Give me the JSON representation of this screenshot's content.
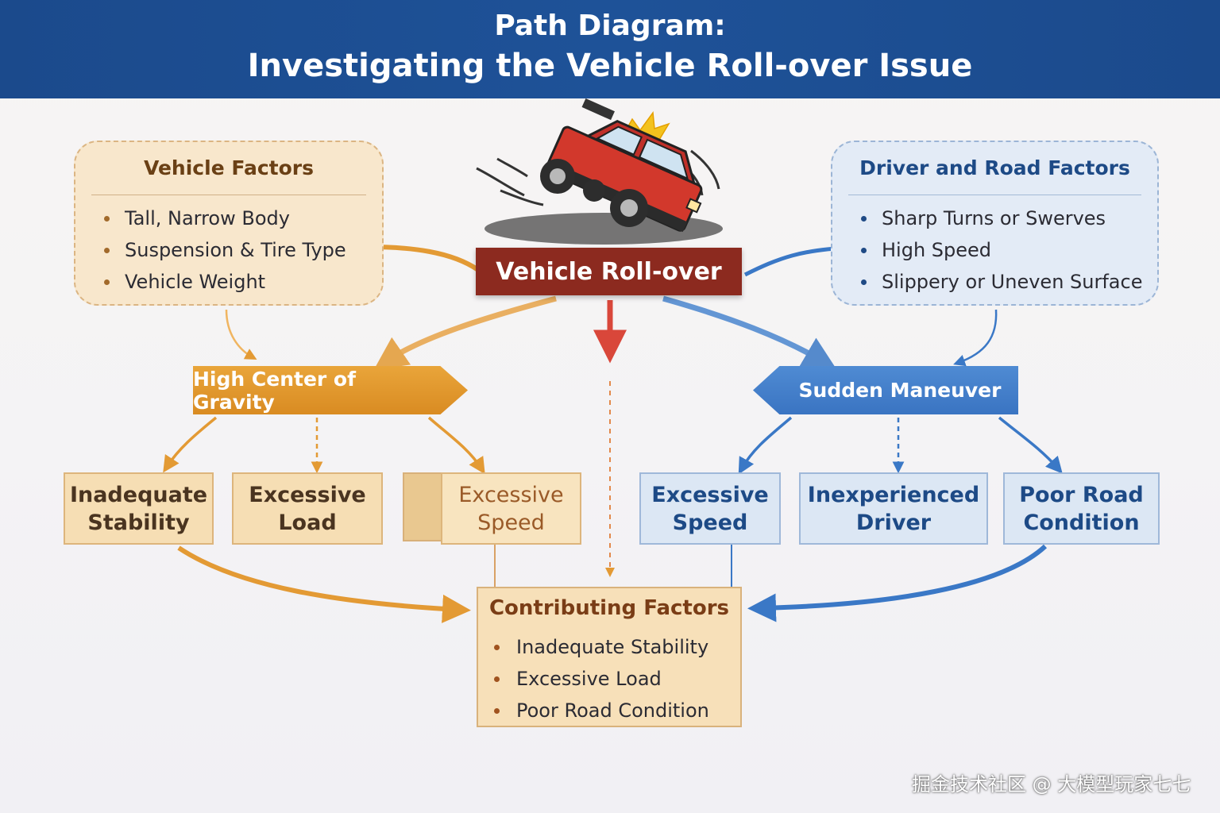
{
  "header": {
    "title_line1": "Path Diagram:",
    "title_line2": "Investigating the Vehicle Roll-over Issue"
  },
  "vehicle_factors": {
    "title": "Vehicle Factors",
    "items": [
      "Tall, Narrow Body",
      "Suspension & Tire Type",
      "Vehicle Weight"
    ]
  },
  "driver_road_factors": {
    "title": "Driver and Road Factors",
    "items": [
      "Sharp Turns or Swerves",
      "High Speed",
      "Slippery or Uneven Surface"
    ]
  },
  "central_event": {
    "label": "Vehicle Roll-over",
    "illustration": "rolling-car-icon"
  },
  "banners": {
    "gravity": "High Center of Gravity",
    "maneuver": "Sudden Maneuver"
  },
  "gravity_causes": [
    "Inadequate Stability",
    "Excessive Load",
    "Excessive Speed"
  ],
  "maneuver_causes": [
    "Excessive Speed",
    "Inexperienced Driver",
    "Poor Road Condition"
  ],
  "contributing": {
    "title": "Contributing Factors",
    "items": [
      "Inadequate Stability",
      "Excessive Load",
      "Poor Road Condition"
    ]
  },
  "watermark": "掘金技术社区 @ 大模型玩家七七",
  "colors": {
    "header": "#1e5298",
    "orange_path": "#e39a34",
    "blue_path": "#3a78c6",
    "red_path": "#d9473a",
    "rollover_box": "#8c2a1f"
  }
}
